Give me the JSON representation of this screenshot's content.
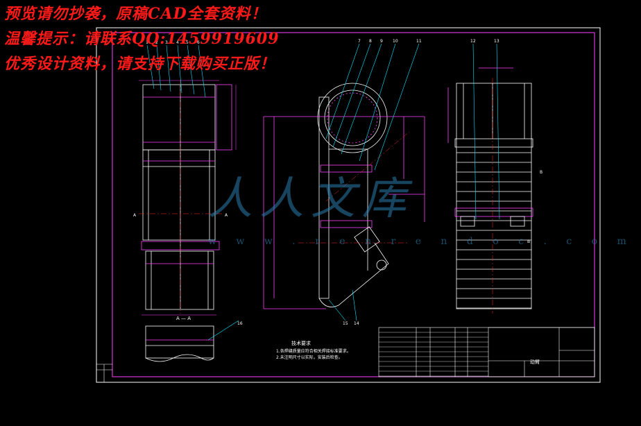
{
  "watermark": {
    "line1": "预览请勿抄袭，原稿CAD全套资料！",
    "line2": "温馨提示：请联系QQ:1459919609",
    "line3": "优秀设计资料，请支持下载购买正版！",
    "logo_text": "人人文库",
    "logo_url": "w w w . r e n r e n d o c . c o m"
  },
  "drawing": {
    "section_label": "A — A",
    "notes_title": "技术要求",
    "notes_line1": "1.各焊缝质量应符合相关焊接标准要求。",
    "notes_line2": "2.未注明尺寸以实际，安装后检查。",
    "title_block": "动臂",
    "leader_numbers_left": [
      "1",
      "2",
      "3",
      "4",
      "5",
      "6"
    ],
    "leader_numbers_mid": [
      "7",
      "8",
      "9",
      "10",
      "11"
    ],
    "leader_numbers_right": [
      "12",
      "13"
    ],
    "leader_number_bottom_mid": [
      "15",
      "14"
    ],
    "leader_number_bottom_left": "16",
    "view_marks": [
      "A",
      "A",
      "B",
      "B"
    ]
  },
  "colors": {
    "frame": "#ff40ff",
    "geometry": "#ffffff",
    "leader": "#00e5ff",
    "centerline": "#ff2a2a",
    "watermark": "#ff1a1a"
  }
}
